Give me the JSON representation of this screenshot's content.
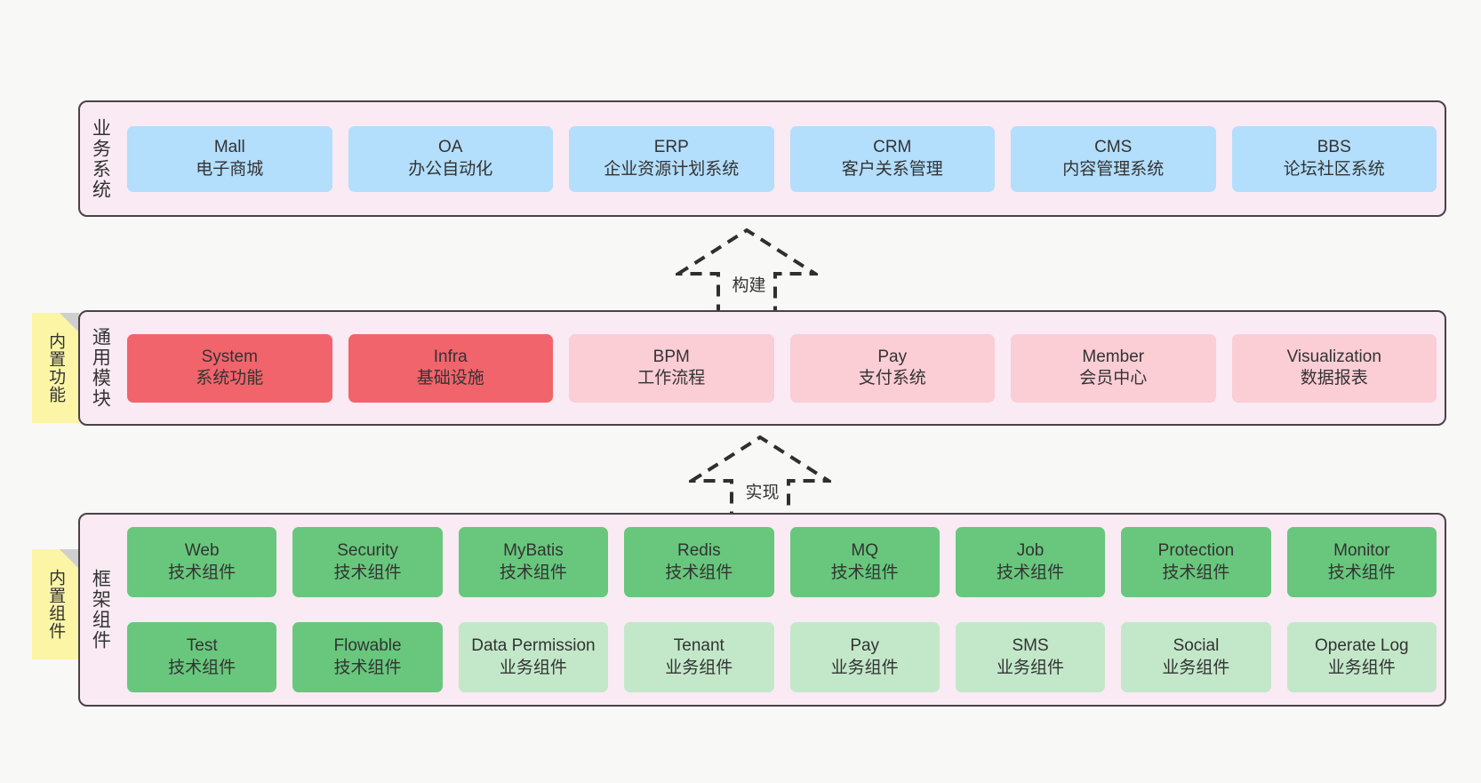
{
  "diagram": {
    "background_color": "#f8f8f7",
    "panel_color": "#f9eaf4",
    "panel_border_color": "#4a4247",
    "note_color": "#fbf5a5",
    "note_fold_color": "#cfcfcf"
  },
  "layers": [
    {
      "id": "business",
      "label": "业务系统",
      "cards": [
        {
          "title": "Mall",
          "subtitle": "电子商城",
          "color": "#b3defc"
        },
        {
          "title": "OA",
          "subtitle": "办公自动化",
          "color": "#b3defc"
        },
        {
          "title": "ERP",
          "subtitle": "企业资源计划系统",
          "color": "#b3defc"
        },
        {
          "title": "CRM",
          "subtitle": "客户关系管理",
          "color": "#b3defc"
        },
        {
          "title": "CMS",
          "subtitle": "内容管理系统",
          "color": "#b3defc"
        },
        {
          "title": "BBS",
          "subtitle": "论坛社区系统",
          "color": "#b3defc"
        }
      ]
    },
    {
      "id": "common",
      "label": "通用模块",
      "note": "内置功能",
      "cards": [
        {
          "title": "System",
          "subtitle": "系统功能",
          "color": "#f1646c"
        },
        {
          "title": "Infra",
          "subtitle": "基础设施",
          "color": "#f1646c"
        },
        {
          "title": "BPM",
          "subtitle": "工作流程",
          "color": "#fbcdd5"
        },
        {
          "title": "Pay",
          "subtitle": "支付系统",
          "color": "#fbcdd5"
        },
        {
          "title": "Member",
          "subtitle": "会员中心",
          "color": "#fbcdd5"
        },
        {
          "title": "Visualization",
          "subtitle": "数据报表",
          "color": "#fbcdd5"
        }
      ]
    },
    {
      "id": "framework",
      "label": "框架组件",
      "note": "内置组件",
      "rows": [
        [
          {
            "title": "Web",
            "subtitle": "技术组件",
            "color": "#68c77c"
          },
          {
            "title": "Security",
            "subtitle": "技术组件",
            "color": "#68c77c"
          },
          {
            "title": "MyBatis",
            "subtitle": "技术组件",
            "color": "#68c77c"
          },
          {
            "title": "Redis",
            "subtitle": "技术组件",
            "color": "#68c77c"
          },
          {
            "title": "MQ",
            "subtitle": "技术组件",
            "color": "#68c77c"
          },
          {
            "title": "Job",
            "subtitle": "技术组件",
            "color": "#68c77c"
          },
          {
            "title": "Protection",
            "subtitle": "技术组件",
            "color": "#68c77c"
          },
          {
            "title": "Monitor",
            "subtitle": "技术组件",
            "color": "#68c77c"
          }
        ],
        [
          {
            "title": "Test",
            "subtitle": "技术组件",
            "color": "#68c77c"
          },
          {
            "title": "Flowable",
            "subtitle": "技术组件",
            "color": "#68c77c"
          },
          {
            "title": "Data Permission",
            "subtitle": "业务组件",
            "color": "#c3e8c9"
          },
          {
            "title": "Tenant",
            "subtitle": "业务组件",
            "color": "#c3e8c9"
          },
          {
            "title": "Pay",
            "subtitle": "业务组件",
            "color": "#c3e8c9"
          },
          {
            "title": "SMS",
            "subtitle": "业务组件",
            "color": "#c3e8c9"
          },
          {
            "title": "Social",
            "subtitle": "业务组件",
            "color": "#c3e8c9"
          },
          {
            "title": "Operate Log",
            "subtitle": "业务组件",
            "color": "#c3e8c9"
          }
        ]
      ]
    }
  ],
  "arrows": [
    {
      "id": "build",
      "label": "构建",
      "direction": "up",
      "style": "dashed-hollow"
    },
    {
      "id": "impl",
      "label": "实现",
      "direction": "up",
      "style": "dashed-hollow"
    }
  ]
}
